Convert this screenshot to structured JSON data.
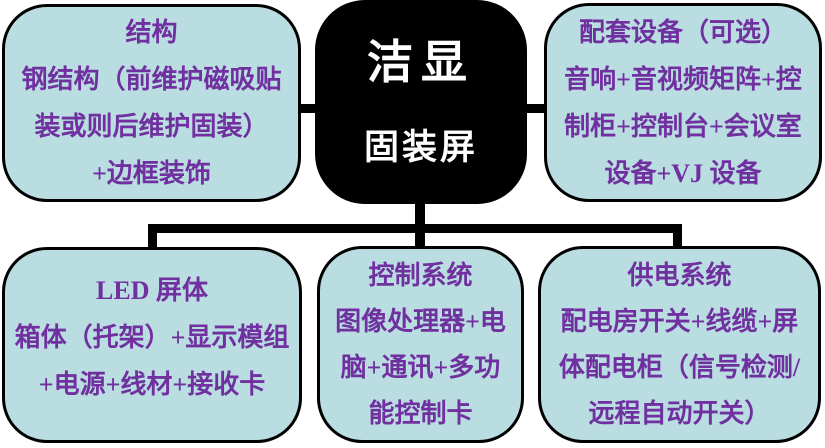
{
  "center": {
    "title": "洁显",
    "subtitle": "固装屏"
  },
  "boxes": [
    {
      "id": "structure",
      "lines": [
        "结构",
        "钢结构（前维护磁吸贴",
        "装或则后维护固装）",
        "+边框装饰"
      ]
    },
    {
      "id": "accessories",
      "lines": [
        "配套设备（可选）",
        "音响+音视频矩阵+控",
        "制柜+控制台+会议室",
        "设备+VJ 设备"
      ]
    },
    {
      "id": "led-screen",
      "lines": [
        "LED 屏体",
        "箱体（托架）+显示模组",
        "+电源+线材+接收卡"
      ]
    },
    {
      "id": "control-system",
      "lines": [
        "控制系统",
        "图像处理器+电",
        "脑+通讯+多功",
        "能控制卡"
      ]
    },
    {
      "id": "power-system",
      "lines": [
        "供电系统",
        "配电房开关+线缆+屏",
        "体配电柜（信号检测/",
        "远程自动开关）"
      ]
    }
  ],
  "colors": {
    "box_fill": "#b9dde0",
    "box_border": "#000000",
    "box_text": "#7030a0",
    "center_fill": "#000000",
    "center_text": "#ffffff",
    "connector": "#000000"
  }
}
